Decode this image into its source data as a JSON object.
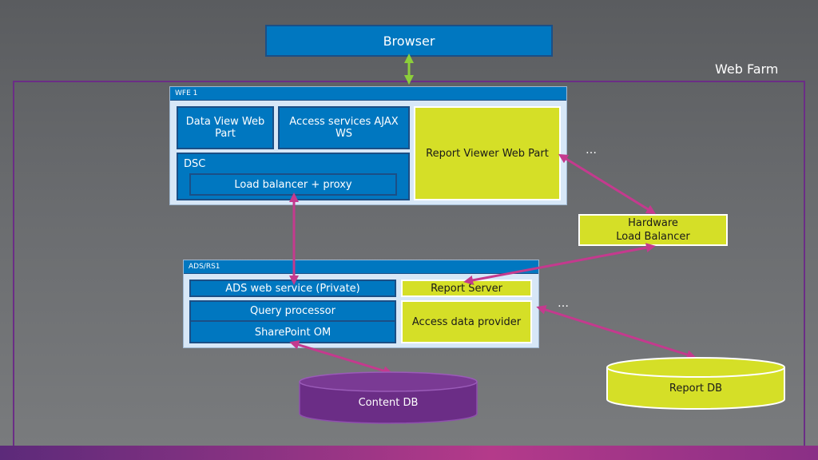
{
  "browser": {
    "label": "Browser"
  },
  "web_farm": {
    "label": "Web Farm"
  },
  "wfe": {
    "header": "WFE 1",
    "data_view": "Data View Web Part",
    "access_services": "Access services AJAX WS",
    "report_viewer": "Report Viewer Web Part",
    "dsc_label": "DSC",
    "load_balancer_proxy": "Load balancer + proxy",
    "ellipsis": "…"
  },
  "hardware_lb": {
    "line1": "Hardware",
    "line2": "Load Balancer"
  },
  "ads": {
    "header": "ADS/RS1",
    "ads_web_service": "ADS web service (Private)",
    "report_server": "Report Server",
    "query_processor": "Query processor",
    "sharepoint_om": "SharePoint OM",
    "access_data_provider": "Access data provider",
    "ellipsis": "…"
  },
  "content_db": {
    "label": "Content DB"
  },
  "report_db": {
    "label": "Report DB"
  },
  "colors": {
    "blue": "#0077c0",
    "lime": "#d5df27",
    "purple": "#6b2d86",
    "magenta_arrow": "#c43a8e",
    "green_arrow": "#8ccf3a"
  }
}
